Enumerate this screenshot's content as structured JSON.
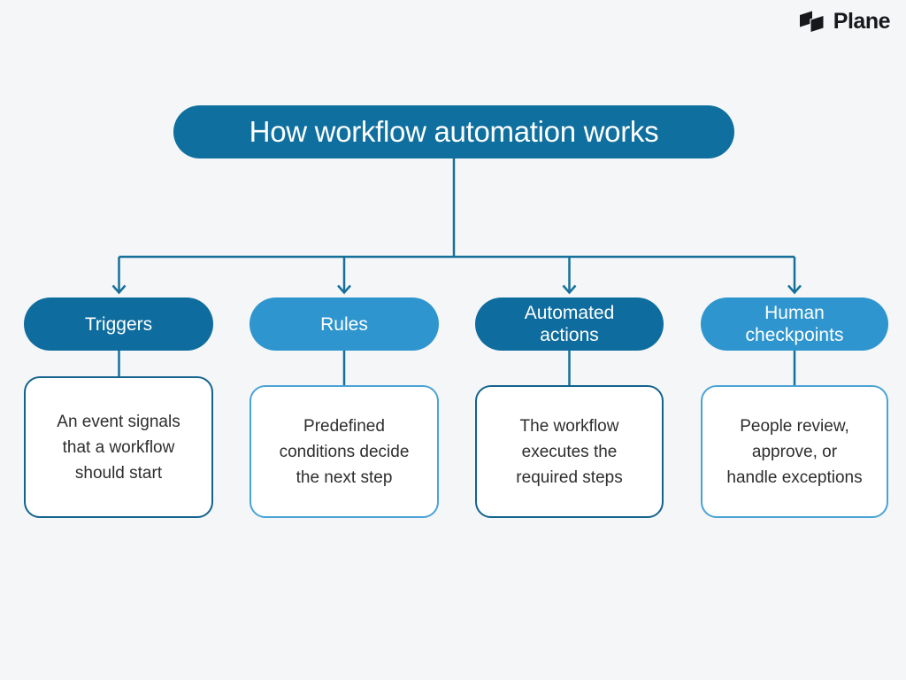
{
  "logo": {
    "brand": "Plane",
    "color": "#17181c"
  },
  "diagram": {
    "title": "How workflow automation works",
    "columns": [
      {
        "pill": "Triggers",
        "style": "dark",
        "description_lines": [
          "An event signals",
          "that a workflow",
          "should start"
        ]
      },
      {
        "pill": "Rules",
        "style": "light",
        "description_lines": [
          "Predefined",
          "conditions decide",
          "the next step"
        ]
      },
      {
        "pill": "Automated actions",
        "style": "dark",
        "description_lines": [
          "The workflow",
          "executes the",
          "required steps"
        ]
      },
      {
        "pill": "Human checkpoints",
        "style": "light",
        "description_lines": [
          "People review,",
          "approve, or",
          "handle exceptions"
        ]
      }
    ]
  },
  "colors": {
    "background": "#f4f6f7",
    "title_pill": "#0f6f9e",
    "dark_pill": "#0e6d9e",
    "light_pill": "#2e95ce",
    "dark_border": "#14638d",
    "light_border": "#4aa3d6",
    "connector": "#16709a",
    "box_background": "#ffffff",
    "body_text": "#2e2e2e",
    "pill_text": "#ffffff"
  }
}
